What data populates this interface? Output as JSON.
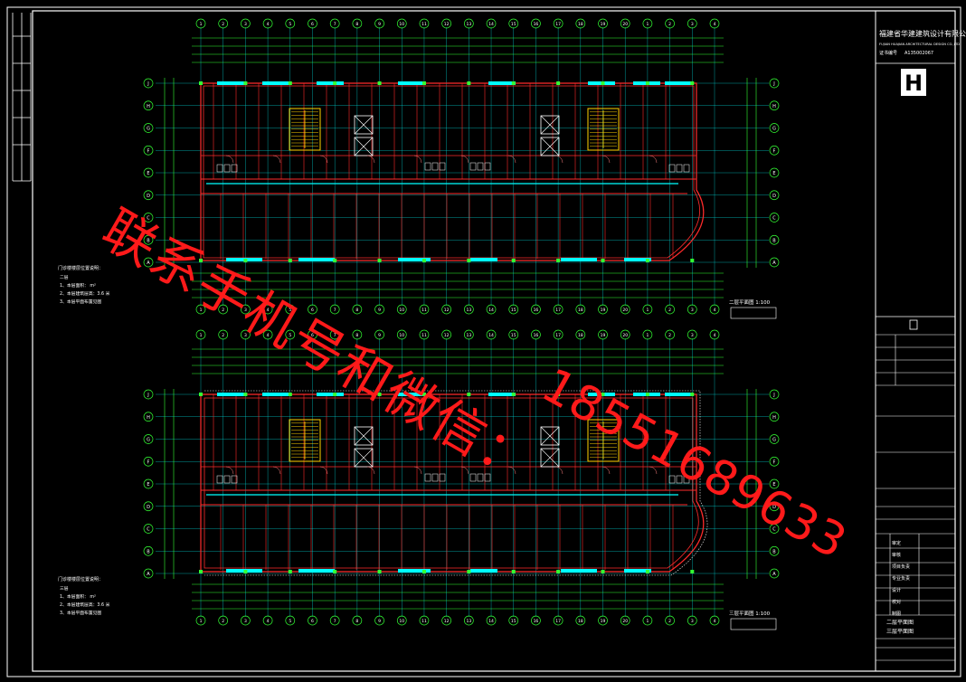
{
  "title_block": {
    "company": "福建省华建建筑设计有限公司",
    "company_en": "FUJIAN HUAJIAN ARCHITECTURAL DESIGN CO.,LTD",
    "cert_label": "证书编号",
    "cert_no": "A135002067",
    "logo_letter": "H",
    "sign_rows": [
      "审定",
      "审核",
      "项目负责",
      "专业负责",
      "设计",
      "校对",
      "制图"
    ],
    "drawing_title_1": "二层平面图",
    "drawing_title_2": "三层平面图"
  },
  "plans": [
    {
      "name": "upper-plan",
      "scale_label": "二层平面图  1:100",
      "notes_title": "门诊楼楼层位置说明：",
      "notes": [
        "二层",
        "1、本层面积：  m²",
        "2、本层建筑层高：3.6 米",
        "3、本层平面布置见图"
      ]
    },
    {
      "name": "lower-plan",
      "scale_label": "三层平面图  1:100",
      "notes_title": "门诊楼楼层位置说明：",
      "notes": [
        "三层",
        "1、本层面积：  m²",
        "2、本层建筑层高：3.6 米",
        "3、本层平面布置见图"
      ]
    }
  ],
  "grid_letters": [
    "J",
    "H",
    "G",
    "F",
    "E",
    "D",
    "C",
    "B",
    "A"
  ],
  "grid_numbers": [
    "1",
    "2",
    "3",
    "4",
    "5",
    "6",
    "7",
    "8",
    "9",
    "10",
    "11",
    "12",
    "13",
    "14",
    "15",
    "16",
    "17",
    "18",
    "19",
    "20"
  ],
  "watermark": {
    "line1": "联系手机号和微信：",
    "line2": "18551689633"
  },
  "colors": {
    "background": "#000000",
    "frame": "#ffffff",
    "wall": "#ff2b2b",
    "grid": "#00e0e0",
    "dim": "#33ff33",
    "stair": "#ffd200",
    "glass": "#00ffff",
    "watermark": "#ff1a1a"
  }
}
